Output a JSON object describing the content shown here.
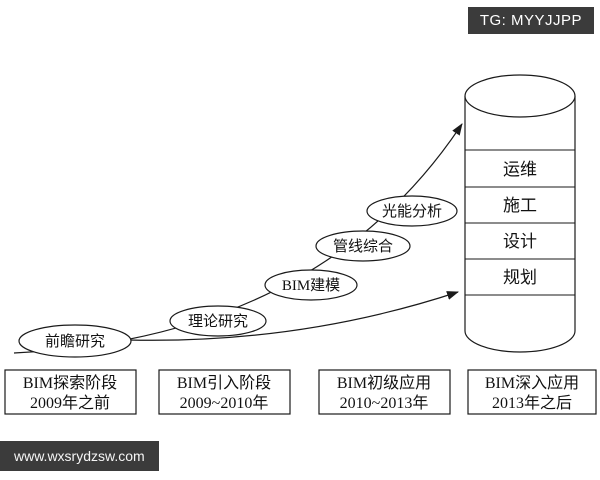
{
  "badge": {
    "text": "TG: MYYJJPP"
  },
  "watermark": {
    "text": "www.wxsrydzsw.com"
  },
  "diagram": {
    "cylinder_layers": [
      "运维",
      "施工",
      "设计",
      "规划"
    ],
    "phases": [
      {
        "label": "前瞻研究"
      },
      {
        "label": "理论研究"
      },
      {
        "label": "BIM建模"
      },
      {
        "label": "管线综合"
      },
      {
        "label": "光能分析"
      }
    ],
    "stages": [
      {
        "title": "BIM探索阶段",
        "period": "2009年之前"
      },
      {
        "title": "BIM引入阶段",
        "period": "2009~2010年"
      },
      {
        "title": "BIM初级应用",
        "period": "2010~2013年"
      },
      {
        "title": "BIM深入应用",
        "period": "2013年之后"
      }
    ],
    "colors": {
      "stroke": "#1a1a1a",
      "badge_bg": "#3b3b3b",
      "watermark_bg": "#3b3b3b"
    }
  }
}
